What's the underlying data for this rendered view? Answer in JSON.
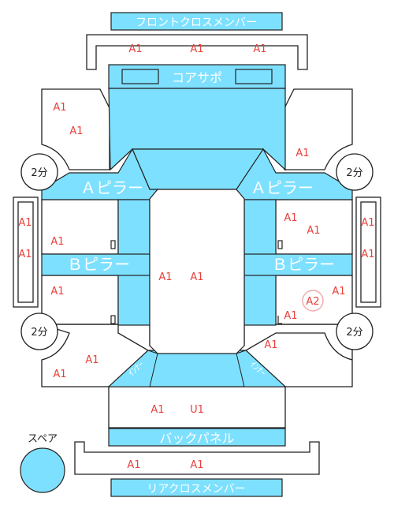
{
  "labels": {
    "front_cross_member": "フロントクロスメンバー",
    "core_support": "コアサポ",
    "a_pillar": "Ａピラー",
    "b_pillar": "Ｂピラー",
    "back_panel": "バックパネル",
    "rear_cross_member": "リアクロスメンバー",
    "spare": "スペア",
    "rear_inner_left": "ｲﾝﾅｰ",
    "rear_inner_right": "ｲﾝﾅｰ"
  },
  "wheel_marks": {
    "front_left": "2分",
    "front_right": "2分",
    "rear_left": "2分",
    "rear_right": "2分"
  },
  "damage_marks": {
    "front_member_1": "A1",
    "front_member_2": "A1",
    "front_member_3": "A1",
    "fender_fl_1": "A1",
    "fender_fl_2": "A1",
    "fender_fr": "A1",
    "door_fl": "A1",
    "door_fr_1": "A1",
    "door_fr_2": "A1",
    "door_rl": "A1",
    "door_rr_1": "A1",
    "door_rr_2": "A2",
    "door_rr_3": "A1",
    "roof_1": "A1",
    "roof_2": "A1",
    "step_l_1": "A1",
    "step_l_2": "A1",
    "step_r_1": "A1",
    "step_r_2": "A1",
    "quarter_rl_1": "A1",
    "quarter_rl_2": "A1",
    "quarter_rr": "A1",
    "trunk_1": "A1",
    "trunk_2": "U1",
    "rear_member_1": "A1",
    "rear_member_2": "A1"
  },
  "colors": {
    "panel_blue": "#7ee0ff",
    "outline": "#222222",
    "damage_text": "#e8403c",
    "label_text": "#ffffff",
    "a2_circle": "#f2a6a6"
  }
}
